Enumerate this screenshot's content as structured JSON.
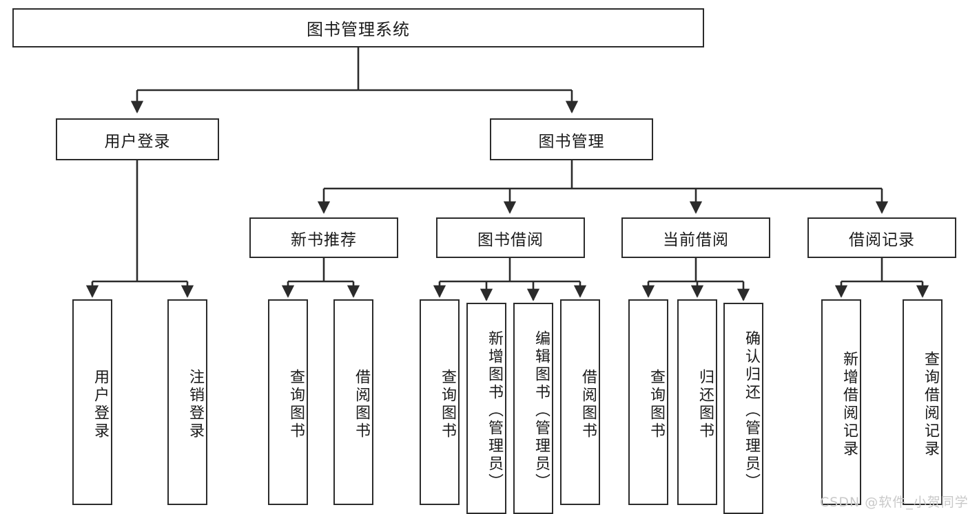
{
  "diagram": {
    "title_text": "图书管理系统",
    "type": "tree-hierarchy-chart",
    "root": {
      "label": "图书管理系统"
    },
    "level1": [
      {
        "label": "用户登录"
      },
      {
        "label": "图书管理"
      }
    ],
    "level2": [
      {
        "label": "新书推荐"
      },
      {
        "label": "图书借阅"
      },
      {
        "label": "当前借阅"
      },
      {
        "label": "借阅记录"
      }
    ],
    "leaves": [
      {
        "label": "用户登录",
        "parent": "用户登录"
      },
      {
        "label": "注销登录",
        "parent": "用户登录"
      },
      {
        "label": "查询图书",
        "parent": "新书推荐"
      },
      {
        "label": "借阅图书",
        "parent": "新书推荐"
      },
      {
        "label": "查询图书",
        "parent": "图书借阅"
      },
      {
        "label": "新增图书（管理员）",
        "parent": "图书借阅"
      },
      {
        "label": "编辑图书（管理员）",
        "parent": "图书借阅"
      },
      {
        "label": "借阅图书",
        "parent": "图书借阅"
      },
      {
        "label": "查询图书",
        "parent": "当前借阅"
      },
      {
        "label": "归还图书",
        "parent": "当前借阅"
      },
      {
        "label": "确认归还（管理员）",
        "parent": "当前借阅"
      },
      {
        "label": "新增借阅记录",
        "parent": "借阅记录"
      },
      {
        "label": "查询借阅记录",
        "parent": "借阅记录"
      }
    ]
  },
  "watermark": {
    "text": "CSDN @软件_小贺同学"
  },
  "colors": {
    "stroke": "#2b2b2b",
    "background": "#ffffff",
    "text": "#1a1a1a",
    "watermark": "#c9c9c9"
  }
}
